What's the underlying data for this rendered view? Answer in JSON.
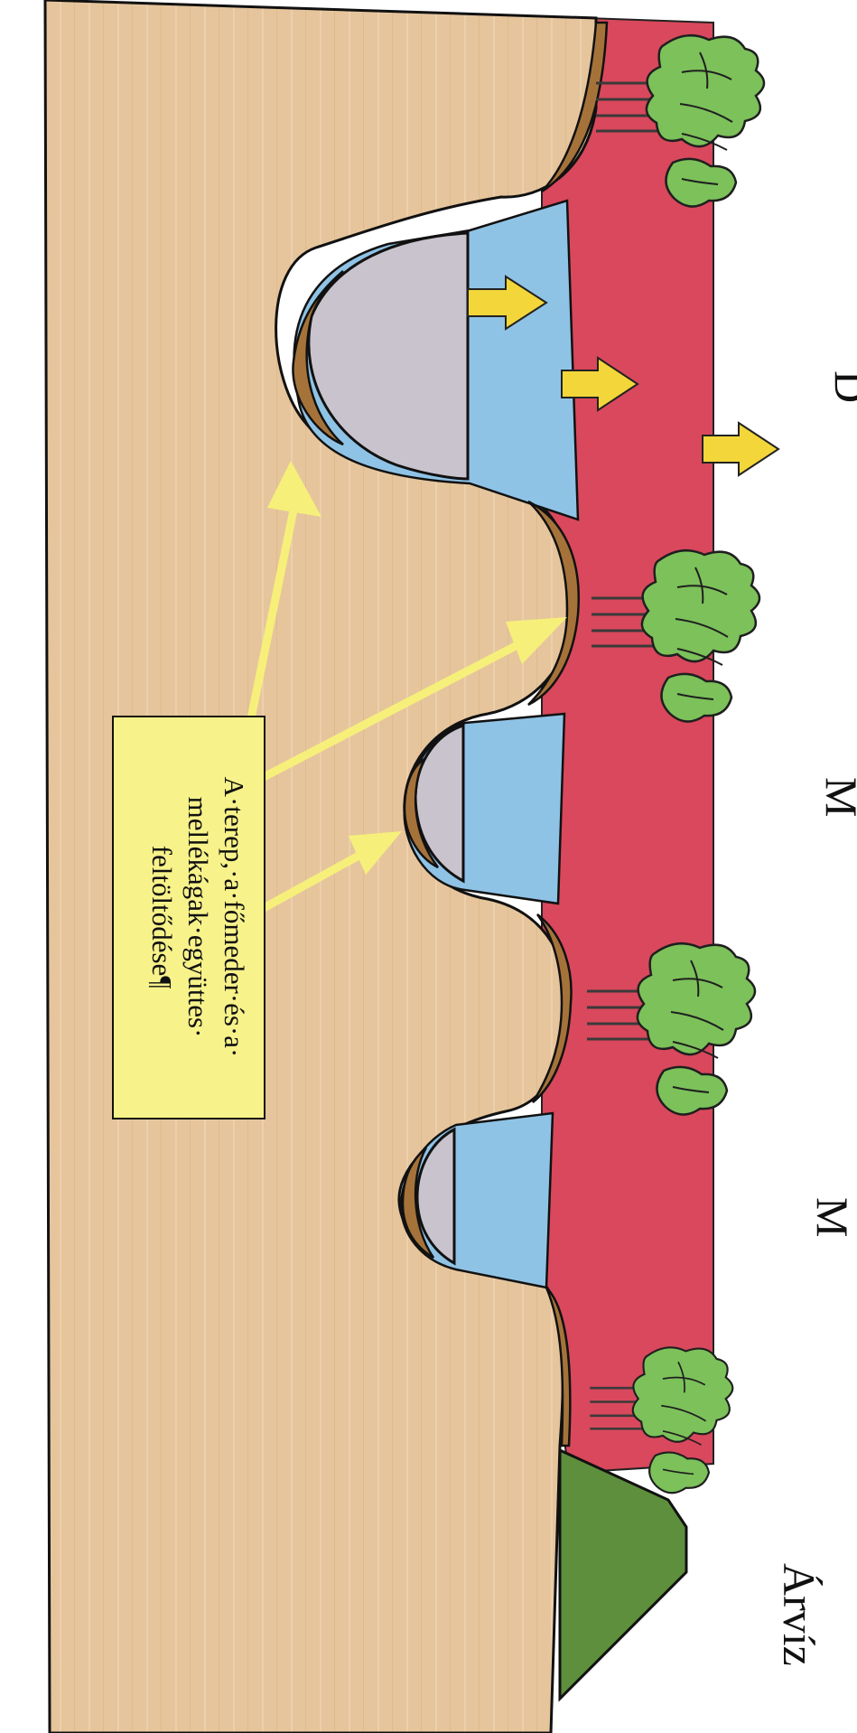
{
  "diagram": {
    "callout": {
      "lines": [
        "A·terep,·a·főmeder·és·a·",
        "mellékágak·együttes·",
        "feltöltődése¶"
      ]
    },
    "side_labels": [
      "D",
      "M",
      "M",
      "Árvíz"
    ],
    "colors": {
      "background": "#ffffff",
      "terrain": "#e6c59c",
      "terrain_stripe": "#ecd0ac",
      "riverbed_sediment": "#c8c3cc",
      "bank_soil": "#a5733a",
      "side_channel_water": "#8fc3e6",
      "main_channel": "#d9485c",
      "levee": "#5e8f3c",
      "arrow_yellow": "#f6f07a",
      "flow_arrow": "#f3d63a",
      "callout_fill": "#f7f28a",
      "foliage": "#7cc15a",
      "trunk": "#3a3a3a"
    },
    "icons": [
      "tree-icon",
      "flow-arrow-icon"
    ]
  }
}
